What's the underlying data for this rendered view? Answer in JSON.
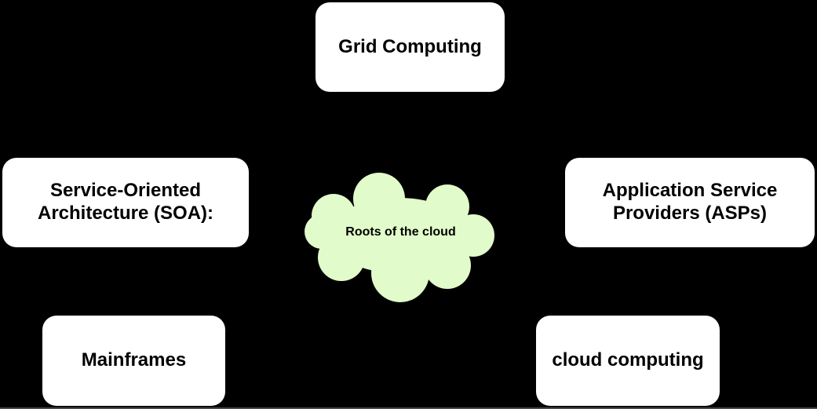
{
  "canvas": {
    "background": "#000000",
    "bottom_edge_color": "#4a4a4a"
  },
  "cloud": {
    "label": "Roots of the cloud",
    "fill": "#e1fbca",
    "text_color": "#000000"
  },
  "node_style": {
    "fill": "#ffffff",
    "text_color": "#000000"
  },
  "nodes": [
    {
      "id": "grid-computing",
      "label": "Grid Computing",
      "position": "top-center"
    },
    {
      "id": "soa",
      "label": "Service-Oriented Architecture (SOA):",
      "position": "middle-left"
    },
    {
      "id": "asps",
      "label": "Application Service Providers (ASPs)",
      "position": "middle-right"
    },
    {
      "id": "mainframes",
      "label": "Mainframes",
      "position": "bottom-left"
    },
    {
      "id": "cloud-computing",
      "label": "cloud computing",
      "position": "bottom-right"
    }
  ]
}
